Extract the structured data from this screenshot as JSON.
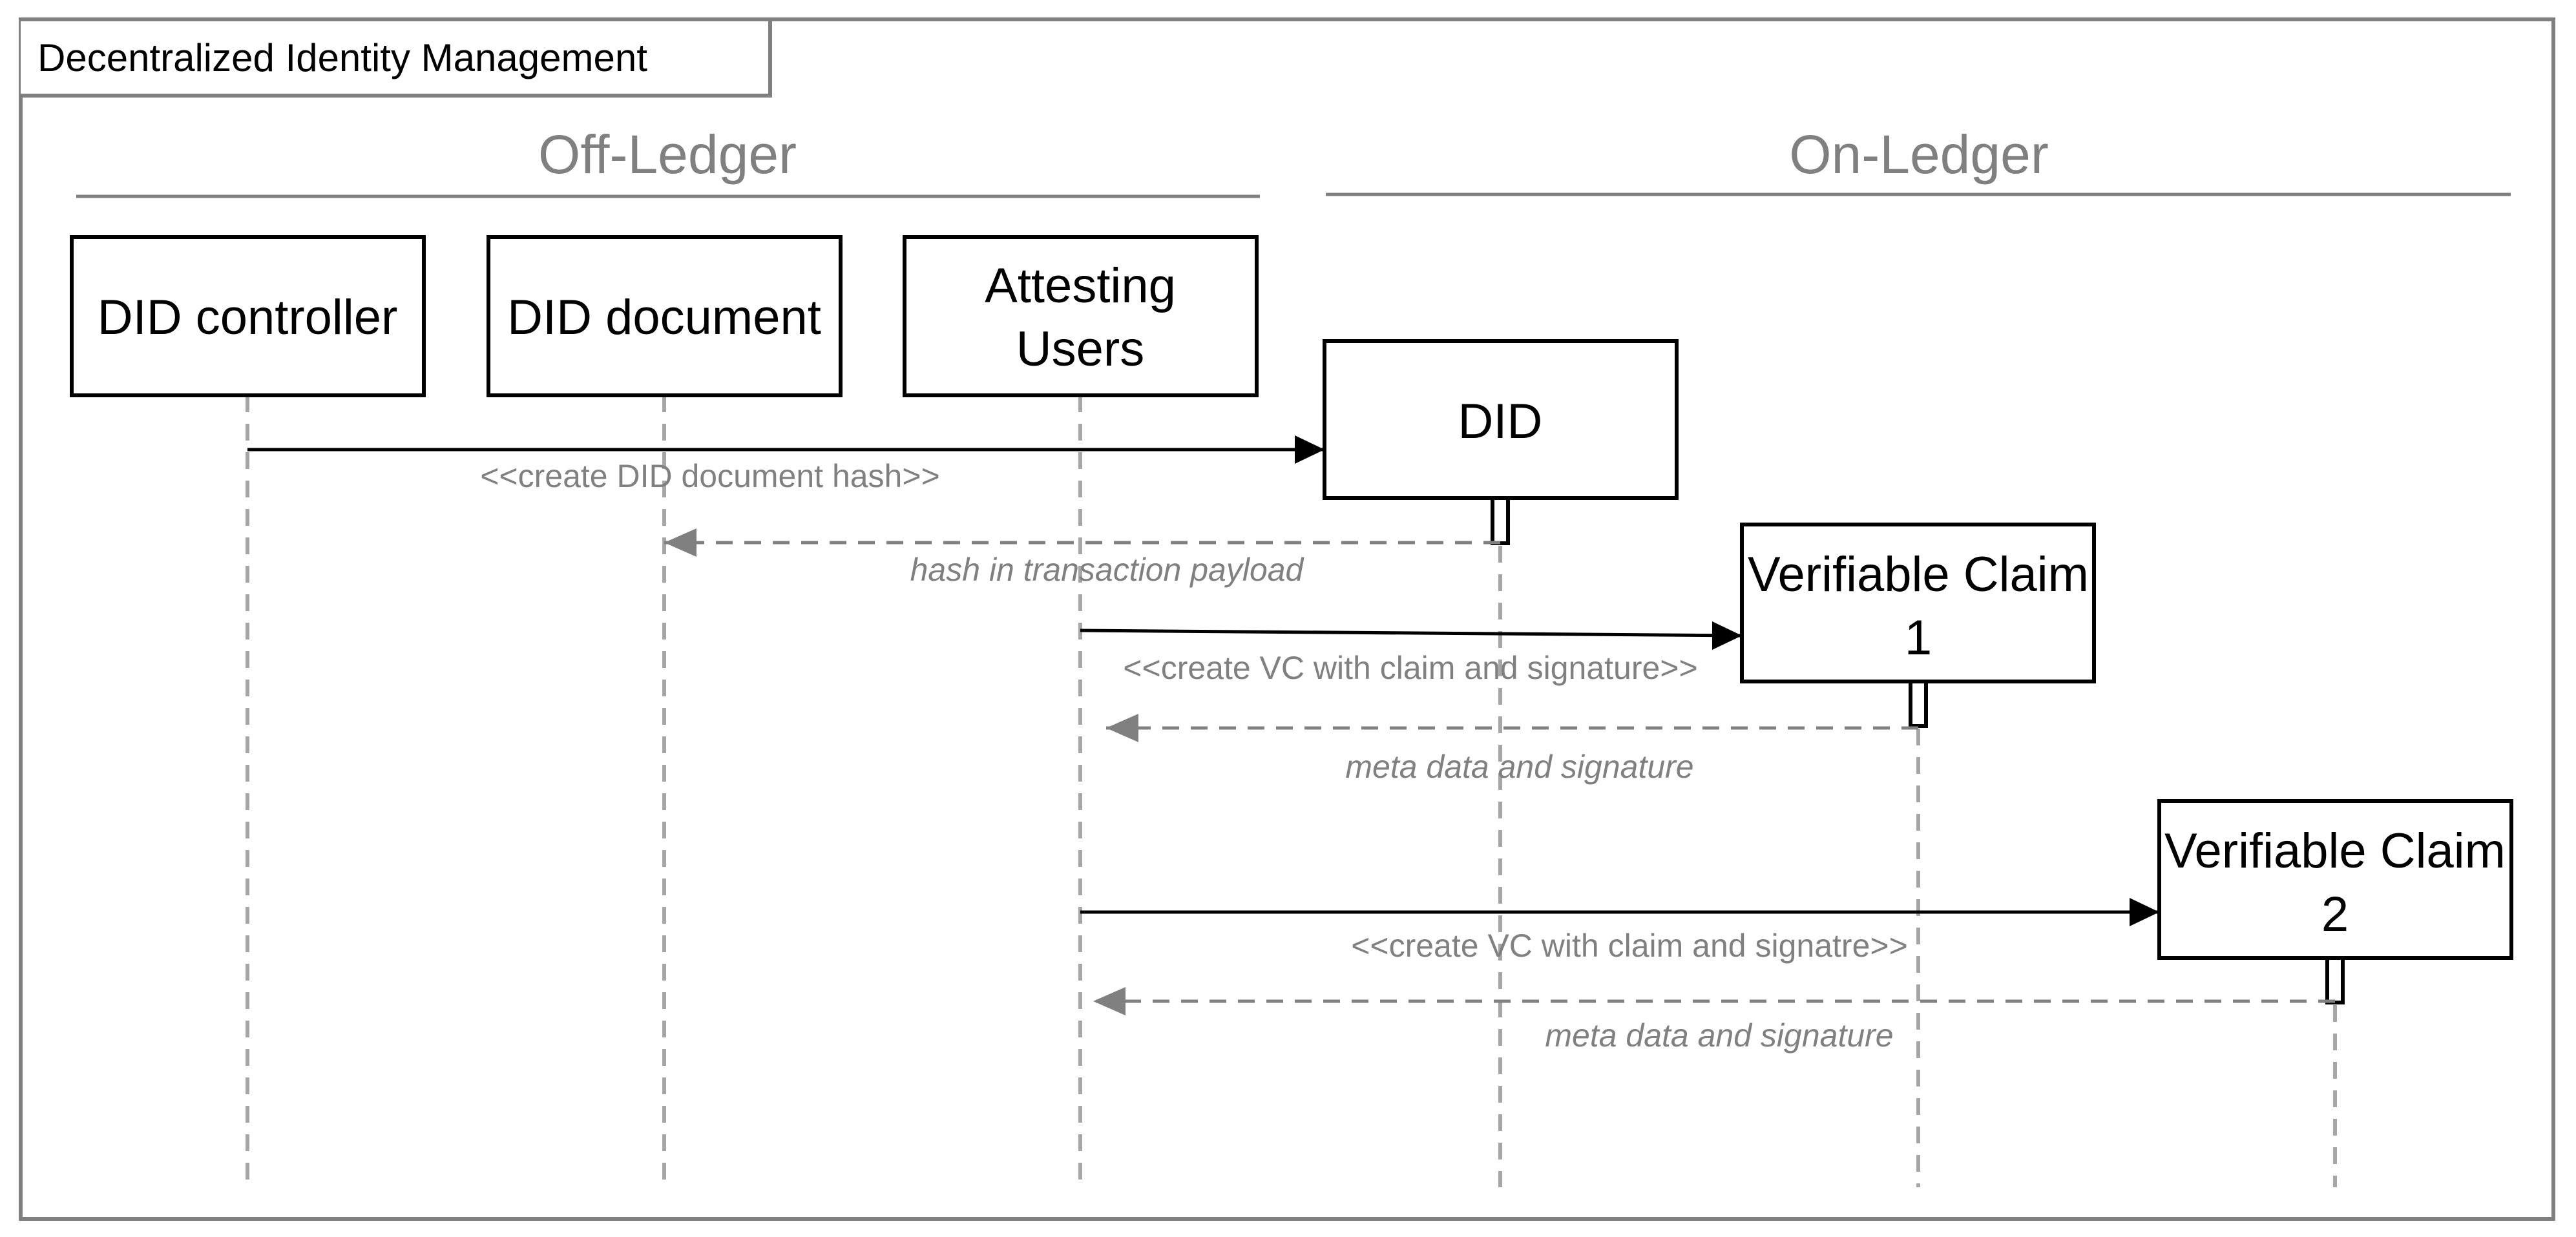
{
  "frame": {
    "title": "Decentralized Identity Management"
  },
  "regions": [
    {
      "id": "off-ledger",
      "label": "Off-Ledger"
    },
    {
      "id": "on-ledger",
      "label": "On-Ledger"
    }
  ],
  "participants": [
    {
      "id": "did-controller",
      "lines": [
        "DID controller"
      ]
    },
    {
      "id": "did-document",
      "lines": [
        "DID document"
      ]
    },
    {
      "id": "attesting-users",
      "lines": [
        "Attesting",
        "Users"
      ]
    },
    {
      "id": "did",
      "lines": [
        "DID"
      ]
    },
    {
      "id": "verifiable-claim-1",
      "lines": [
        "Verifiable Claim",
        "1"
      ]
    },
    {
      "id": "verifiable-claim-2",
      "lines": [
        "Verifiable Claim",
        "2"
      ]
    }
  ],
  "messages": [
    {
      "id": "msg-create-did-hash",
      "from": "did-controller",
      "to": "did",
      "kind": "call",
      "label": "<<create DID document hash>>",
      "label_style": "normal"
    },
    {
      "id": "msg-hash-payload",
      "from": "did",
      "to": "did-document",
      "kind": "return",
      "label": "hash in transaction payload",
      "label_style": "italic"
    },
    {
      "id": "msg-create-vc-1",
      "from": "attesting-users",
      "to": "verifiable-claim-1",
      "kind": "call",
      "label": "<<create VC with claim and signature>>",
      "label_style": "normal"
    },
    {
      "id": "msg-meta-1",
      "from": "verifiable-claim-1",
      "to": "attesting-users",
      "kind": "return",
      "label": "meta data and signature",
      "label_style": "italic"
    },
    {
      "id": "msg-create-vc-2",
      "from": "attesting-users",
      "to": "verifiable-claim-2",
      "kind": "call",
      "label": "<<create VC with claim and signatre>>",
      "label_style": "normal"
    },
    {
      "id": "msg-meta-2",
      "from": "verifiable-claim-2",
      "to": "attesting-users",
      "kind": "return",
      "label": "meta data and signature",
      "label_style": "italic"
    }
  ],
  "colors": {
    "frame": "#808080",
    "box": "#000000",
    "region_text": "#808080",
    "lifeline": "#a6a6a6",
    "return_arrow": "#808080",
    "message_text": "#808080",
    "call_arrow": "#000000"
  }
}
